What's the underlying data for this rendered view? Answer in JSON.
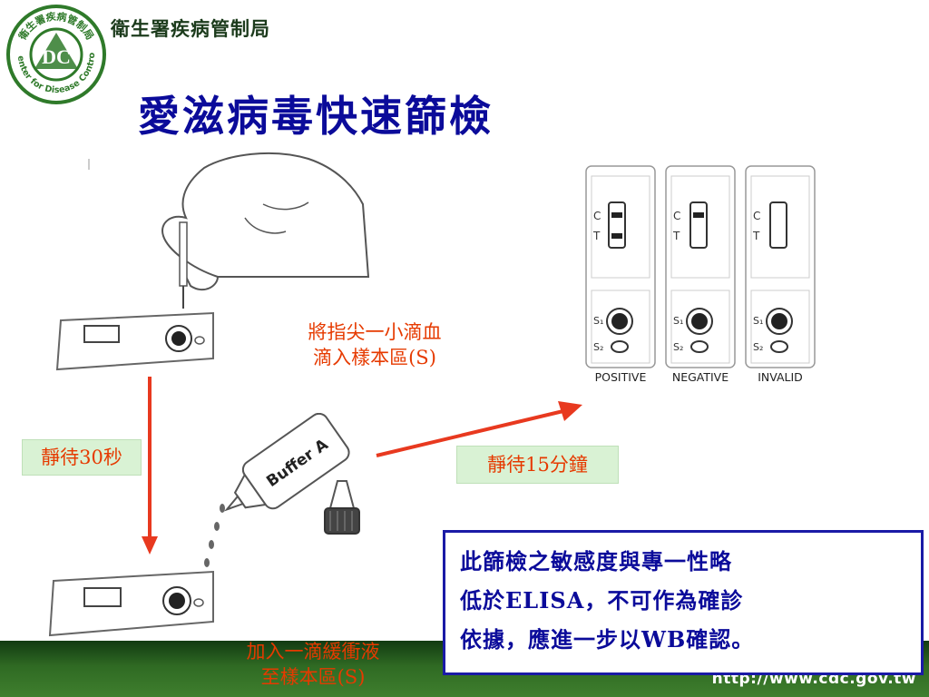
{
  "header": {
    "org_name": "衛生署疾病管制局",
    "logo": {
      "ring_text": "衛生署疾病管制局",
      "monogram": "DC",
      "ring_text_en": "Center for Disease Control"
    }
  },
  "title": "愛滋病毒快速篩檢",
  "steps": {
    "step1": {
      "line1": "將指尖一小滴血",
      "line2": "滴入樣本區(S)"
    },
    "wait1": "靜待30秒",
    "step2": {
      "line1": "加入一滴緩衝液",
      "line2": "至樣本區(S)"
    },
    "wait2": "靜待15分鐘"
  },
  "bottle_label": "Buffer A",
  "results": [
    {
      "label": "POSITIVE",
      "c": "C",
      "t": "T",
      "s1": "S₁",
      "s2": "S₂"
    },
    {
      "label": "NEGATIVE",
      "c": "C",
      "t": "T",
      "s1": "S₁",
      "s2": "S₂"
    },
    {
      "label": "INVALID",
      "c": "C",
      "t": "T",
      "s1": "S₁",
      "s2": "S₂"
    }
  ],
  "note": {
    "line1": "此篩檢之敏感度與專一性略",
    "line2": "低於ELISA，不可作為確診",
    "line3": "依據，應進一步以WB確認。"
  },
  "footer": {
    "url": "http://www.cdc.gov.tw"
  },
  "colors": {
    "title": "#0b0b9a",
    "caption": "#e63a00",
    "arrow": "#e8391f",
    "footer": "#2f6a23",
    "note_border": "#1a1aa6"
  }
}
